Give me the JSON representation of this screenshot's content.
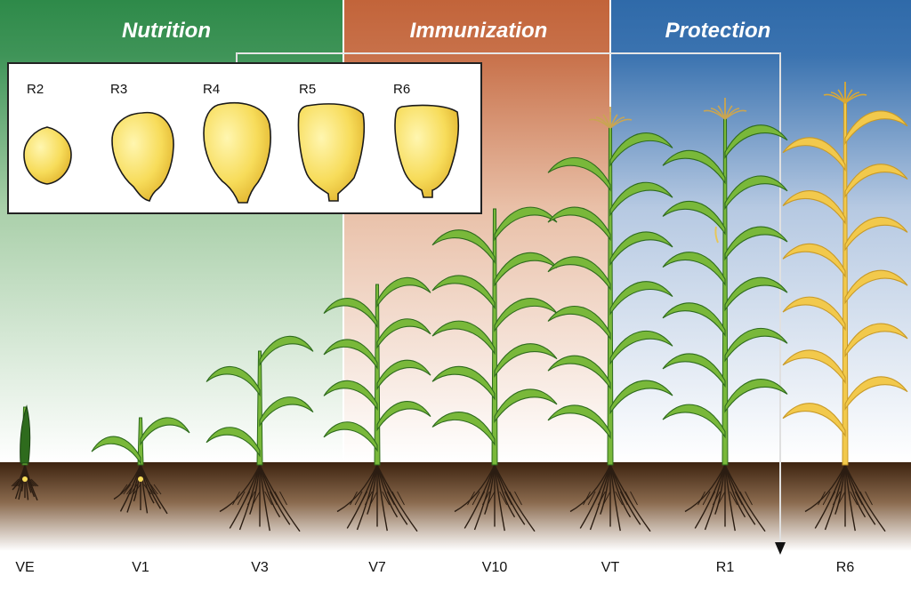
{
  "phases": [
    {
      "label": "Nutrition",
      "color": "#2e8a49"
    },
    {
      "label": "Immunization",
      "color": "#c2643a"
    },
    {
      "label": "Protection",
      "color": "#2f6aa9"
    }
  ],
  "kernel_stages": [
    "R2",
    "R3",
    "R4",
    "R5",
    "R6"
  ],
  "growth_stages": [
    "VE",
    "V1",
    "V3",
    "V7",
    "V10",
    "VT",
    "R1",
    "R6"
  ],
  "colors": {
    "soil": "#3e2410",
    "plant_green": "#79b83a",
    "plant_dark": "#2e6b1d",
    "mature_yellow": "#f2c94c",
    "kernel_yellow": "#f7dc5a",
    "root": "#2b1d12"
  }
}
